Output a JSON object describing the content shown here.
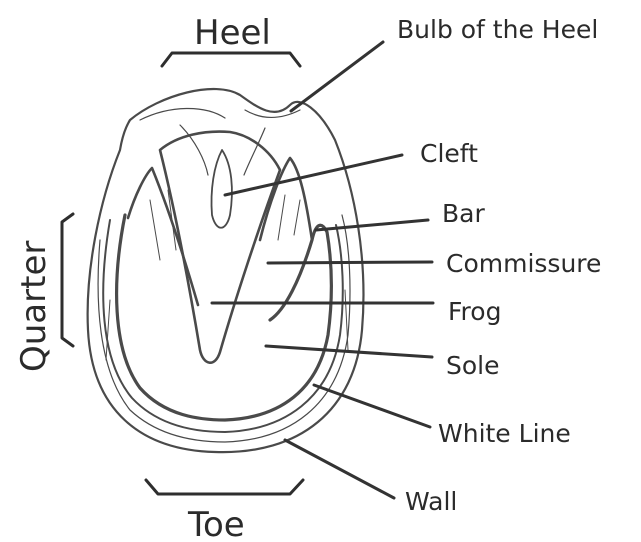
{
  "labels": {
    "heel": "Heel",
    "bulb_of_the_heel": "Bulb of the Heel",
    "cleft": "Cleft",
    "bar": "Bar",
    "commissure": "Commissure",
    "frog": "Frog",
    "sole": "Sole",
    "white_line": "White Line",
    "wall": "Wall",
    "quarter": "Quarter",
    "toe": "Toe"
  }
}
